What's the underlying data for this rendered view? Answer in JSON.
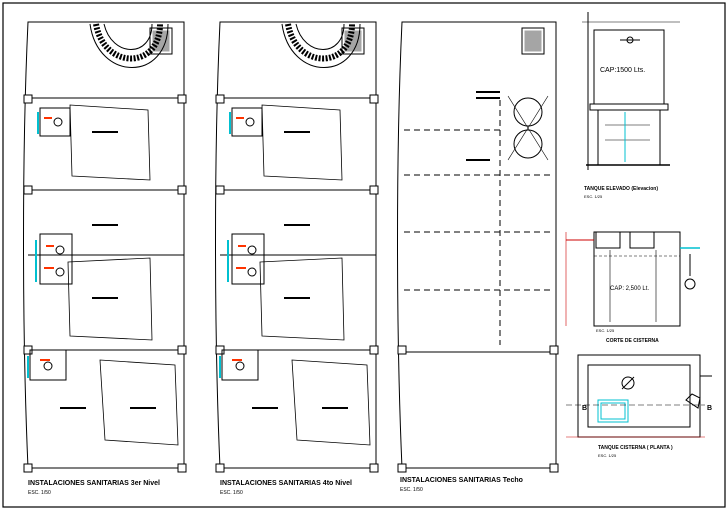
{
  "drawing": {
    "plans": [
      {
        "title": "INSTALACIONES SANITARIAS 3er Nivel",
        "scale": "ESC. 1/50"
      },
      {
        "title": "INSTALACIONES SANITARIAS 4to Nivel",
        "scale": "ESC. 1/50"
      },
      {
        "title": "INSTALACIONES SANITARIAS Techo",
        "scale": "ESC. 1/50"
      }
    ],
    "tank_elevation": {
      "capacity": "CAP:1500 Lts.",
      "title": "TANQUE ELEVADO (Elevacion)",
      "scale": "ESC. 1/25"
    },
    "cistern_section": {
      "capacity": "CAP: 2,500 Lt.",
      "title": "CORTE DE CISTERNA",
      "scale": "ESC. 1/25"
    },
    "cistern_plan": {
      "title": "TANQUE CISTERNA ( PLANTA )",
      "scale": "ESC. 1/25",
      "cut_label": "B"
    }
  },
  "colors": {
    "line": "#000000",
    "pipe_cold": "#00c0d0",
    "pipe_hot": "#ff3300",
    "dimension": "#cc0000"
  }
}
